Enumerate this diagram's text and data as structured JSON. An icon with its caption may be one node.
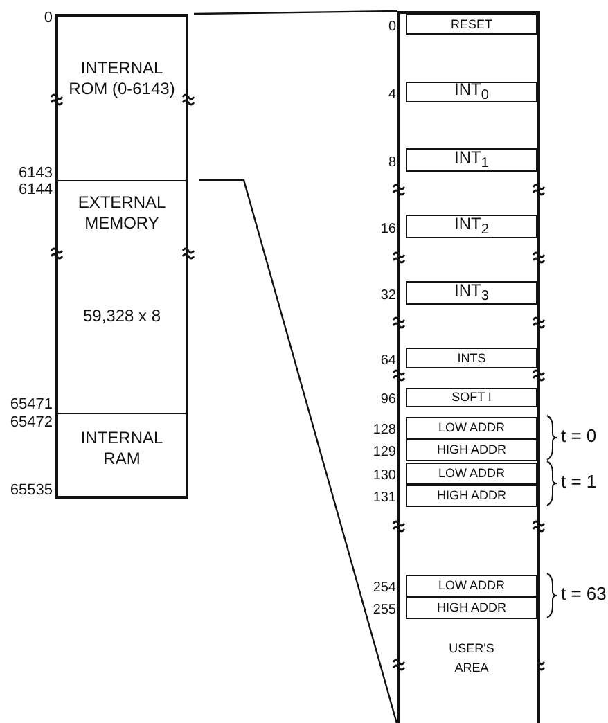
{
  "diagram": {
    "nodes": [
      {
        "text": [
          "INTERNAL ROM (0-6143)"
        ],
        "beside": [
          "0",
          "6143"
        ]
      },
      {
        "text": [
          "EXTERNAL MEMORY",
          "59,328 x 8"
        ],
        "beside": [
          "6144",
          "65471"
        ]
      },
      {
        "text": [
          "INTERNAL RAM"
        ],
        "beside": [
          "65472",
          "65535"
        ]
      },
      {
        "text": [],
        "shape": "box"
      },
      {
        "text": [
          "RESET"
        ],
        "in": 3,
        "beside": [
          "0"
        ]
      },
      {
        "text": [
          "INT$_{0}$"
        ],
        "in": 3,
        "beside": [
          "4"
        ]
      },
      {
        "text": [
          "INT$_{1}$"
        ],
        "in": 3,
        "beside": [
          "8"
        ]
      },
      {
        "text": [
          "INT$_{2}$"
        ],
        "in": 3,
        "beside": [
          "16"
        ]
      },
      {
        "text": [
          "INT$_{3}$"
        ],
        "in": 3,
        "beside": [
          "32"
        ]
      },
      {
        "text": [
          "INTS"
        ],
        "in": 3,
        "beside": [
          "64"
        ]
      },
      {
        "text": [
          "SOFT I"
        ],
        "in": 3,
        "beside": [
          "96"
        ]
      },
      {
        "text": [
          "LOW ADDR"
        ],
        "in": 3,
        "beside": [
          "128"
        ]
      },
      {
        "text": [
          "HIGH ADDR"
        ],
        "in": 3,
        "beside": [
          "129"
        ]
      },
      {
        "text": [
          "LOW ADDR"
        ],
        "in": 3,
        "beside": [
          "130"
        ]
      },
      {
        "text": [
          "HIGH ADDR"
        ],
        "in": 3,
        "beside": [
          "131"
        ]
      },
      {
        "text": [
          "LOW ADDR"
        ],
        "in": 3,
        "beside": [
          "254"
        ]
      },
      {
        "text": [
          "HIGH ADDR"
        ],
        "in": 3,
        "beside": [
          "255"
        ]
      },
      {
        "text": [
          "USER'S AREA"
        ],
        "in": 3
      }
    ],
    "edges": [
      {
        "from": 0,
        "to": 3,
        "arrow": "none"
      },
      {
        "from": 0,
        "to": 3,
        "arrow": "none"
      }
    ],
    "labels": [
      "t = 0",
      "t = 1",
      "t = 63"
    ]
  }
}
